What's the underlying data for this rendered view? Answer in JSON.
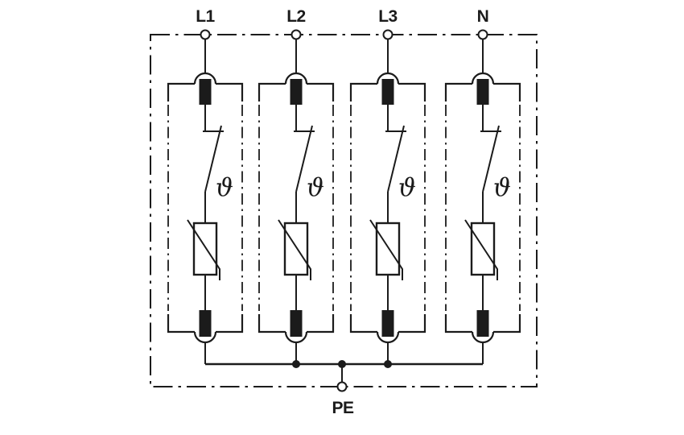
{
  "diagram": {
    "kind": "surge-protective-device-circuit",
    "channels": [
      {
        "label": "L1"
      },
      {
        "label": "L2"
      },
      {
        "label": "L3"
      },
      {
        "label": "N"
      }
    ],
    "ground_terminal": {
      "label": "PE"
    },
    "thermal_disconnect_symbol": "ϑ",
    "colors": {
      "line": "#1b1b1b",
      "background": "#ffffff"
    }
  }
}
